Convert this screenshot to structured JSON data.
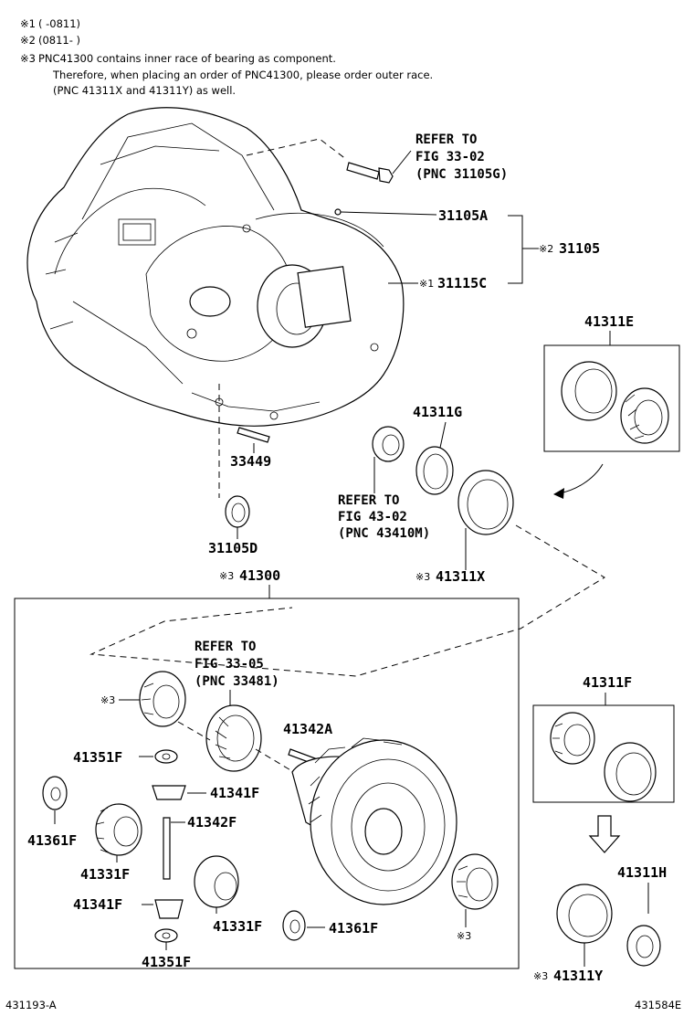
{
  "notes": {
    "n1_mark": "※1",
    "n1_text": "(      -0811)",
    "n2_mark": "※2",
    "n2_text": "(0811-      )",
    "n3_mark": "※3",
    "n3_line1": "PNC41300 contains inner race of bearing as component.",
    "n3_line2": "Therefore, when placing an order of PNC41300, please order outer race.",
    "n3_line3": "(PNC 41311X and 41311Y) as well."
  },
  "refs": {
    "fig3302_bolt": [
      "REFER TO",
      "FIG 33-02",
      "(PNC 31105G)"
    ],
    "fig4302": [
      "REFER TO",
      "FIG 43-02",
      "(PNC 43410M)"
    ],
    "fig3305": [
      "REFER TO",
      "FIG 33-05",
      "(PNC 33481)"
    ]
  },
  "parts": {
    "p31105A": "31105A",
    "p31105_mark": "※2",
    "p31105": "31105",
    "p31115C_mark": "※1",
    "p31115C": "31115C",
    "p41311E": "41311E",
    "p41311G": "41311G",
    "p33449": "33449",
    "p31105D": "31105D",
    "p41300_mark": "※3",
    "p41300": "41300",
    "p41311X_mark": "※3",
    "p41311X": "41311X",
    "p41311F_box": "41311F",
    "p41342A": "41342A",
    "p41351F_a": "41351F",
    "p41341F_a": "41341F",
    "p41342F": "41342F",
    "p41361F_a": "41361F",
    "p41331F_a": "41331F",
    "p41341F_b": "41341F",
    "p41331F_b": "41331F",
    "p41361F_b": "41361F",
    "p41351F_b": "41351F",
    "mark3_left": "※3",
    "mark3_right": "※3",
    "p41311H": "41311H",
    "p41311Y_mark": "※3",
    "p41311Y": "41311Y"
  },
  "footer": {
    "left_id": "431193-A",
    "right_id": "431584E"
  }
}
